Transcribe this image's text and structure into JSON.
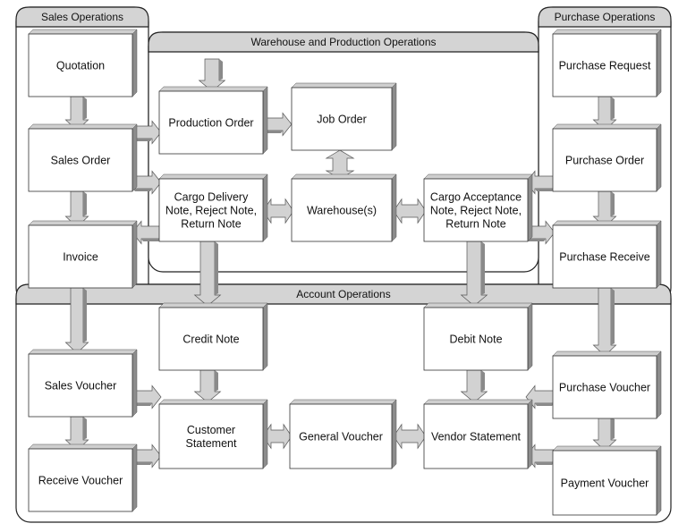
{
  "panels": {
    "sales": "Sales Operations",
    "purchase": "Purchase Operations",
    "warehouse": "Warehouse and Production Operations",
    "account": "Account Operations"
  },
  "boxes": {
    "quotation": [
      "Quotation"
    ],
    "sales_order": [
      "Sales Order"
    ],
    "invoice": [
      "Invoice"
    ],
    "production_order": [
      "Production Order"
    ],
    "job_order": [
      "Job Order"
    ],
    "cargo_delivery": [
      "Cargo Delivery",
      "Note, Reject Note,",
      "Return Note"
    ],
    "warehouses": [
      "Warehouse(s)"
    ],
    "cargo_acceptance": [
      "Cargo Acceptance",
      "Note, Reject Note,",
      "Return Note"
    ],
    "purchase_request": [
      "Purchase Request"
    ],
    "purchase_order": [
      "Purchase Order"
    ],
    "purchase_receive": [
      "Purchase Receive"
    ],
    "credit_note": [
      "Credit Note"
    ],
    "debit_note": [
      "Debit Note"
    ],
    "sales_voucher": [
      "Sales Voucher"
    ],
    "receive_voucher": [
      "Receive Voucher"
    ],
    "customer_statement": [
      "Customer",
      "Statement"
    ],
    "general_voucher": [
      "General Voucher"
    ],
    "vendor_statement": [
      "Vendor Statement"
    ],
    "purchase_voucher": [
      "Purchase Voucher"
    ],
    "payment_voucher": [
      "Payment Voucher"
    ]
  }
}
